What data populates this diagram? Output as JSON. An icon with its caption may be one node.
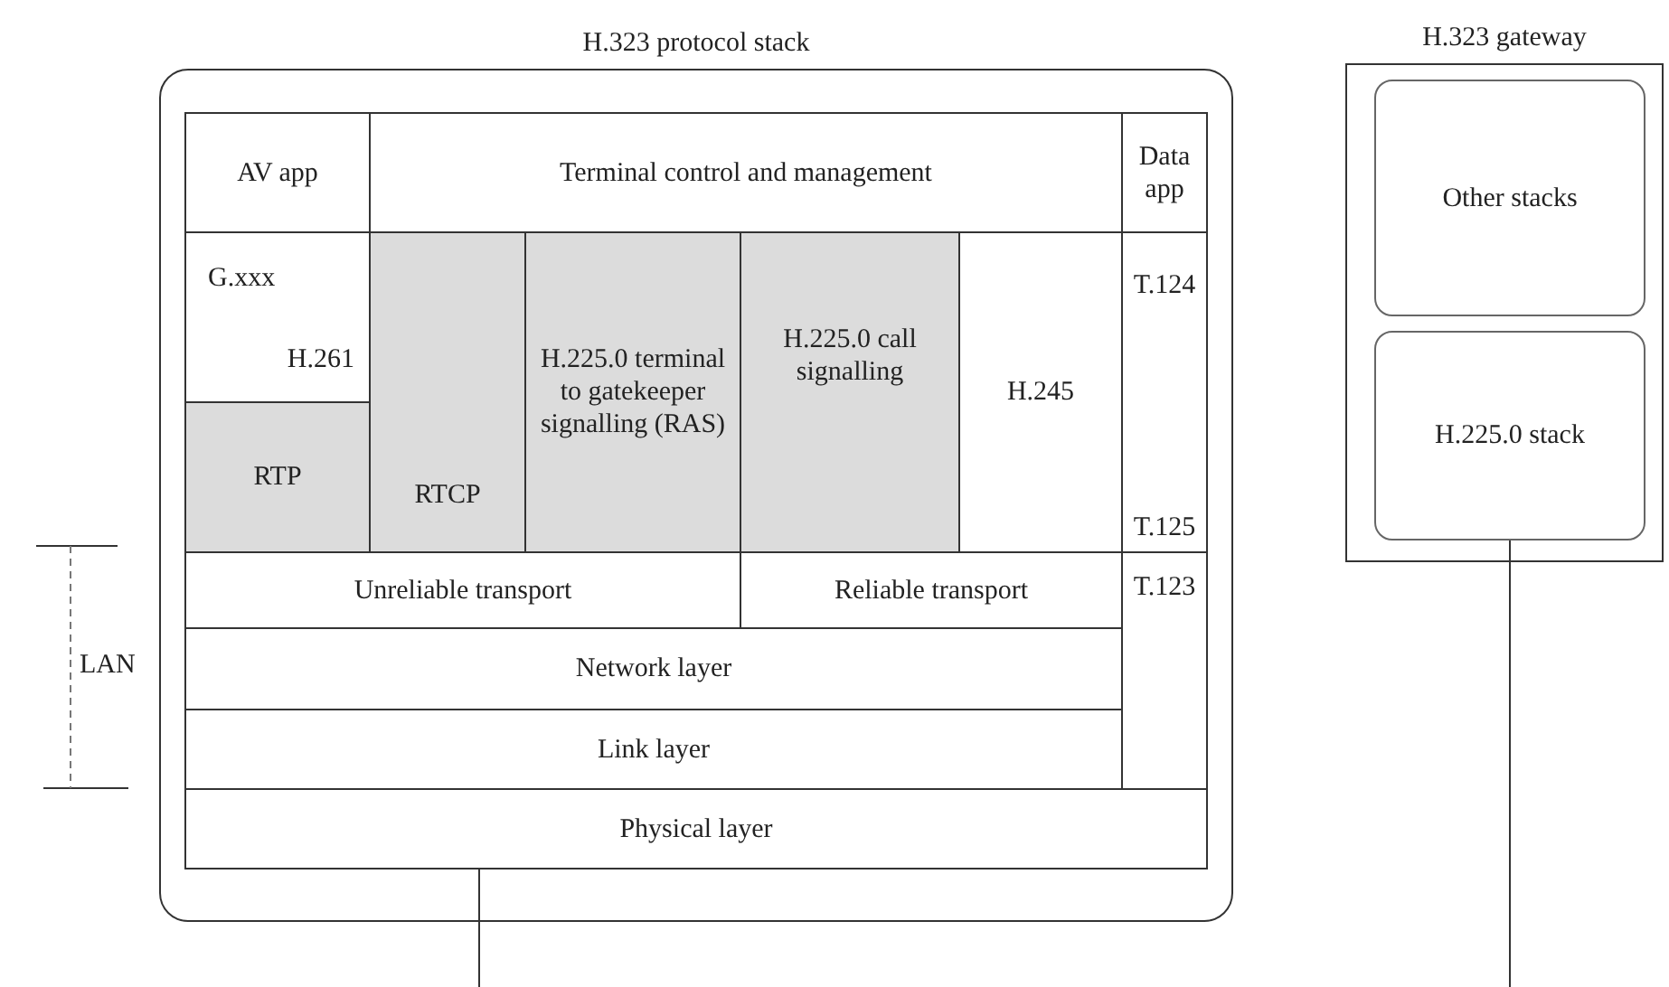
{
  "diagram": {
    "nodes": [
      {
        "text": [
          "H.323 protocol stack"
        ]
      },
      {
        "text": [
          "AV app"
        ],
        "in": 0
      },
      {
        "text": [
          "Terminal control and management"
        ],
        "in": 0
      },
      {
        "text": [
          "Data app"
        ],
        "in": 0
      },
      {
        "text": [
          "G.xxx",
          "H.261"
        ],
        "in": 0
      },
      {
        "text": [
          "RTP"
        ],
        "in": 0
      },
      {
        "text": [
          "RTCP"
        ],
        "in": 0
      },
      {
        "text": [
          "H.225.0 terminal to gatekeeper signalling (RAS)"
        ],
        "in": 0
      },
      {
        "text": [
          "H.225.0 call signalling"
        ],
        "in": 0
      },
      {
        "text": [
          "H.245"
        ],
        "in": 0
      },
      {
        "text": [
          "T.124",
          "T.125"
        ],
        "in": 0
      },
      {
        "text": [
          "Unreliable transport"
        ],
        "in": 0
      },
      {
        "text": [
          "Reliable transport"
        ],
        "in": 0
      },
      {
        "text": [
          "T.123"
        ],
        "in": 0
      },
      {
        "text": [
          "Network layer"
        ],
        "in": 0
      },
      {
        "text": [
          "Link layer"
        ],
        "in": 0
      },
      {
        "text": [
          "Physical layer"
        ],
        "in": 0
      },
      {
        "text": [
          "H.323 gateway"
        ]
      },
      {
        "text": [
          "Other stacks"
        ],
        "in": 17
      },
      {
        "text": [
          "H.225.0 stack"
        ],
        "in": 17
      }
    ],
    "edges": [
      {
        "from": 16,
        "to": null,
        "arrow": "none"
      },
      {
        "from": 19,
        "to": null,
        "arrow": "none"
      }
    ],
    "labels": [
      "LAN"
    ]
  }
}
